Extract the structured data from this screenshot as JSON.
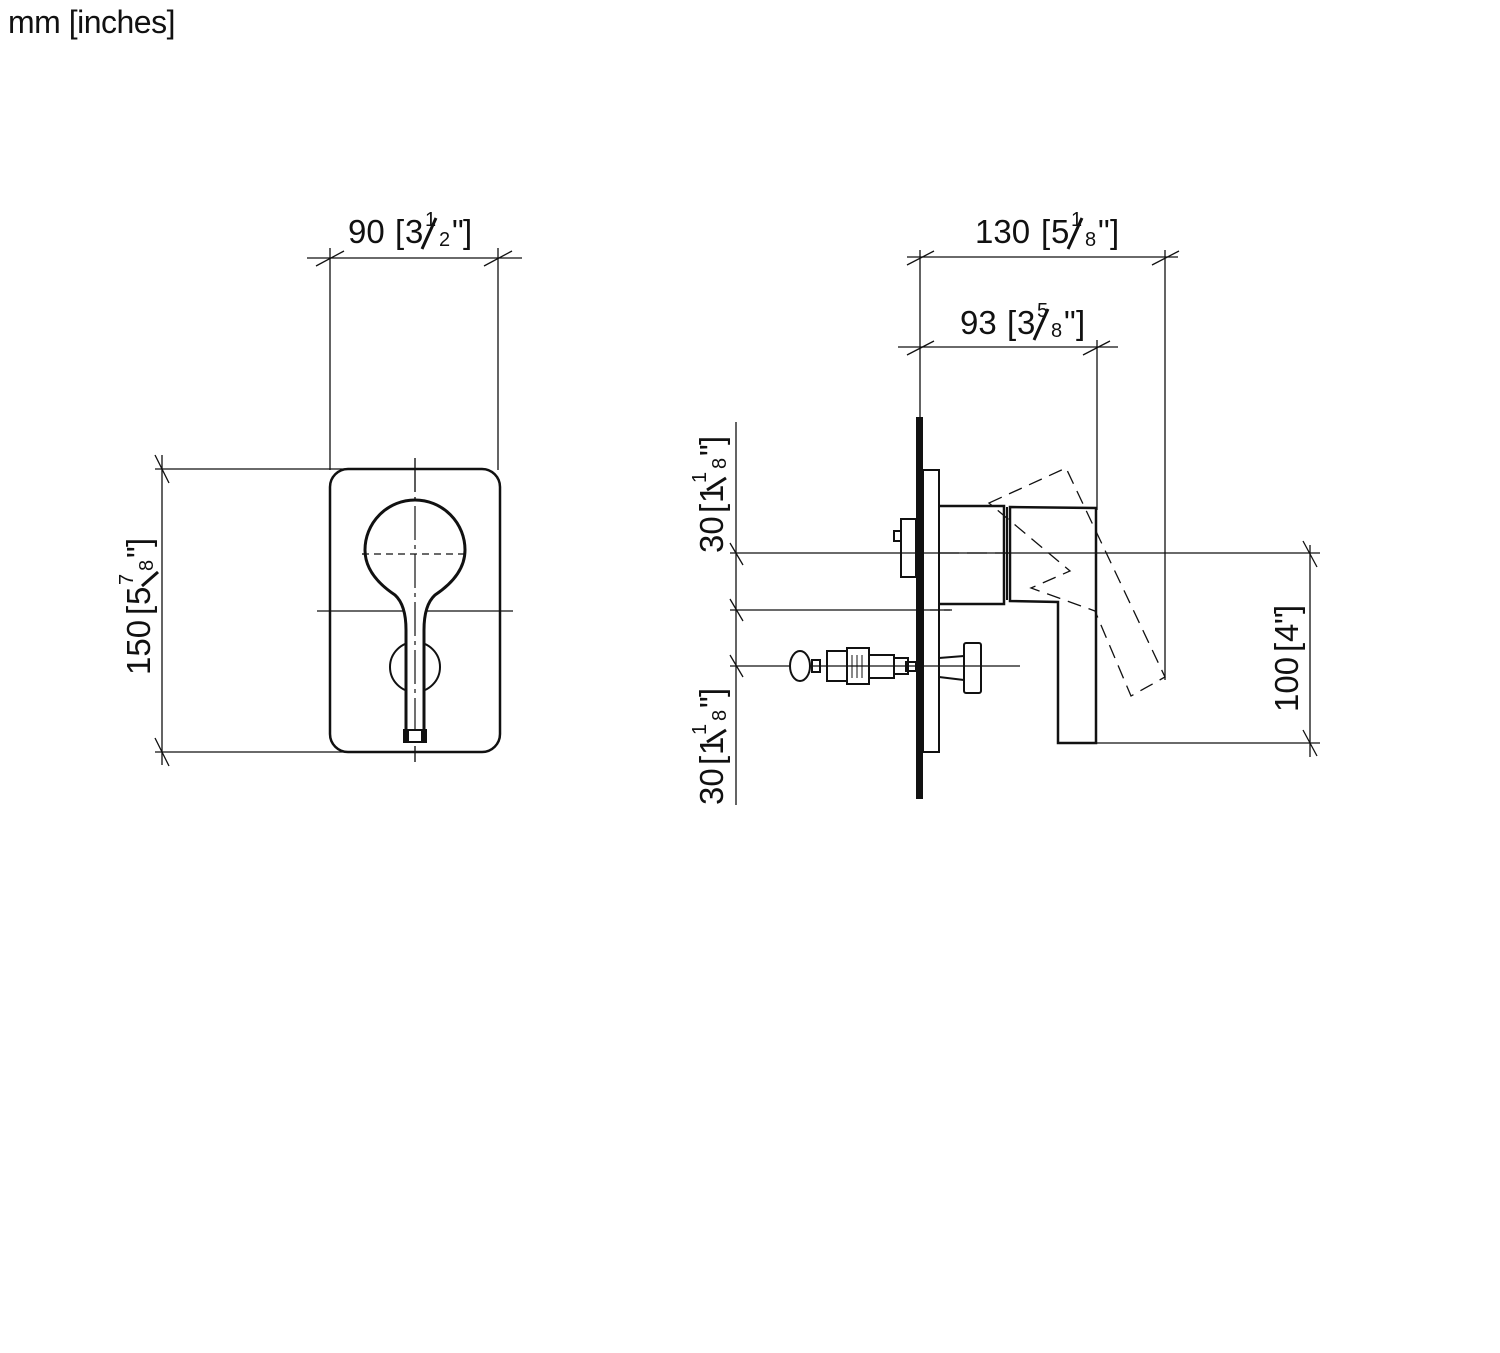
{
  "units_label": "mm [inches]",
  "front_view": {
    "width_dim": {
      "mm": "90",
      "in_whole": "3",
      "in_num": "1",
      "in_den": "2"
    },
    "height_dim": {
      "mm": "150",
      "in_whole": "5",
      "in_num": "7",
      "in_den": "8"
    }
  },
  "side_view": {
    "depth_total_dim": {
      "mm": "130",
      "in_whole": "5",
      "in_num": "1",
      "in_den": "8"
    },
    "depth_lever_dim": {
      "mm": "93",
      "in_whole": "3",
      "in_num": "5",
      "in_den": "8"
    },
    "offset_upper_dim": {
      "mm": "30",
      "in_whole": "1",
      "in_num": "1",
      "in_den": "8"
    },
    "offset_lower_dim": {
      "mm": "30",
      "in_whole": "1",
      "in_num": "1",
      "in_den": "8"
    },
    "lever_drop_dim": {
      "mm": "100",
      "in_whole": "4"
    }
  },
  "colors": {
    "line": "#111111",
    "background": "#ffffff"
  }
}
